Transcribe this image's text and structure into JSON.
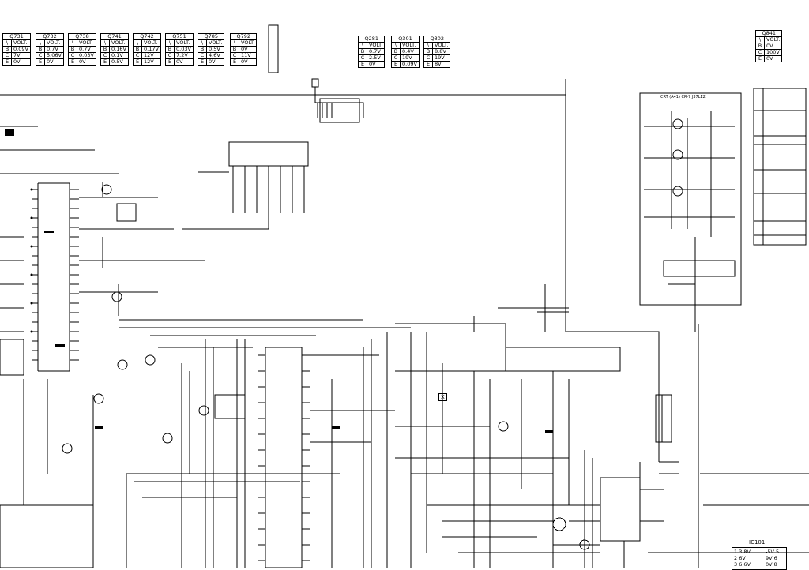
{
  "voltage_tables": [
    {
      "id": "tbl-q731",
      "header": "Q731",
      "rows": [
        [
          "B",
          "0.09V"
        ],
        [
          "C",
          "7V"
        ],
        [
          "E",
          "0V"
        ]
      ]
    },
    {
      "id": "tbl-q732",
      "header": "Q732",
      "rows": [
        [
          "B",
          "0.7V"
        ],
        [
          "C",
          "5.06V"
        ],
        [
          "E",
          "0V"
        ]
      ]
    },
    {
      "id": "tbl-q738",
      "header": "Q738",
      "rows": [
        [
          "B",
          "0.7V"
        ],
        [
          "C",
          "0.03V"
        ],
        [
          "E",
          "0V"
        ]
      ]
    },
    {
      "id": "tbl-q741",
      "header": "Q741",
      "rows": [
        [
          "B",
          "0.16V"
        ],
        [
          "C",
          "0.1V"
        ],
        [
          "E",
          "0.5V"
        ]
      ]
    },
    {
      "id": "tbl-q742",
      "header": "Q742",
      "rows": [
        [
          "B",
          "0.17V"
        ],
        [
          "C",
          "12V"
        ],
        [
          "E",
          "12V"
        ]
      ]
    },
    {
      "id": "tbl-q751",
      "header": "Q751",
      "rows": [
        [
          "B",
          "0.03V"
        ],
        [
          "C",
          "7.2V"
        ],
        [
          "E",
          "0V"
        ]
      ]
    },
    {
      "id": "tbl-q785",
      "header": "Q785",
      "rows": [
        [
          "B",
          "0.5V"
        ],
        [
          "C",
          "4.6V"
        ],
        [
          "E",
          "0V"
        ]
      ]
    },
    {
      "id": "tbl-q792",
      "header": "Q792",
      "rows": [
        [
          "B",
          "0V"
        ],
        [
          "C",
          "11V"
        ],
        [
          "E",
          "0V"
        ]
      ]
    },
    {
      "id": "tbl-q281",
      "header": "Q281",
      "rows": [
        [
          "B",
          "0.7V"
        ],
        [
          "C",
          "2.5V"
        ],
        [
          "E",
          "0V"
        ]
      ]
    },
    {
      "id": "tbl-q301",
      "header": "Q301",
      "rows": [
        [
          "B",
          "0.4V"
        ],
        [
          "C",
          "19V"
        ],
        [
          "E",
          "0.09V"
        ]
      ]
    },
    {
      "id": "tbl-q302",
      "header": "Q302",
      "rows": [
        [
          "B",
          "8.8V"
        ],
        [
          "C",
          "19V"
        ],
        [
          "E",
          "8V"
        ]
      ]
    },
    {
      "id": "tbl-q841",
      "header": "Q841",
      "rows": [
        [
          "B",
          "0V"
        ],
        [
          "C",
          "100V"
        ],
        [
          "E",
          "0V"
        ]
      ]
    }
  ],
  "volt_label": "VOLT.",
  "ic101": {
    "title": "IC101",
    "pins": [
      {
        "n": "1",
        "v": "3.8V",
        "n2": "5",
        "v2": "-5V"
      },
      {
        "n": "2",
        "v": "6V",
        "n2": "6",
        "v2": "9V"
      },
      {
        "n": "3",
        "v": "6.6V",
        "n2": "8",
        "v2": "0V"
      }
    ]
  },
  "labels": {
    "crt": "CRT  (A41)  CR-7 J37LE2",
    "r1": "1",
    "ex": "X"
  }
}
